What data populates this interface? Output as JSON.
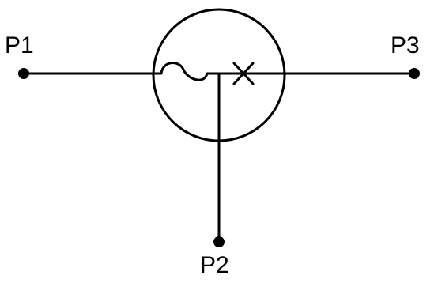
{
  "diagram": {
    "ports": {
      "p1": {
        "label": "P1"
      },
      "p2": {
        "label": "P2"
      },
      "p3": {
        "label": "P3"
      }
    },
    "symbol": {
      "left_element": "fuse-icon",
      "right_element": "cross-icon"
    },
    "colors": {
      "stroke": "#000000",
      "background": "#ffffff"
    }
  }
}
